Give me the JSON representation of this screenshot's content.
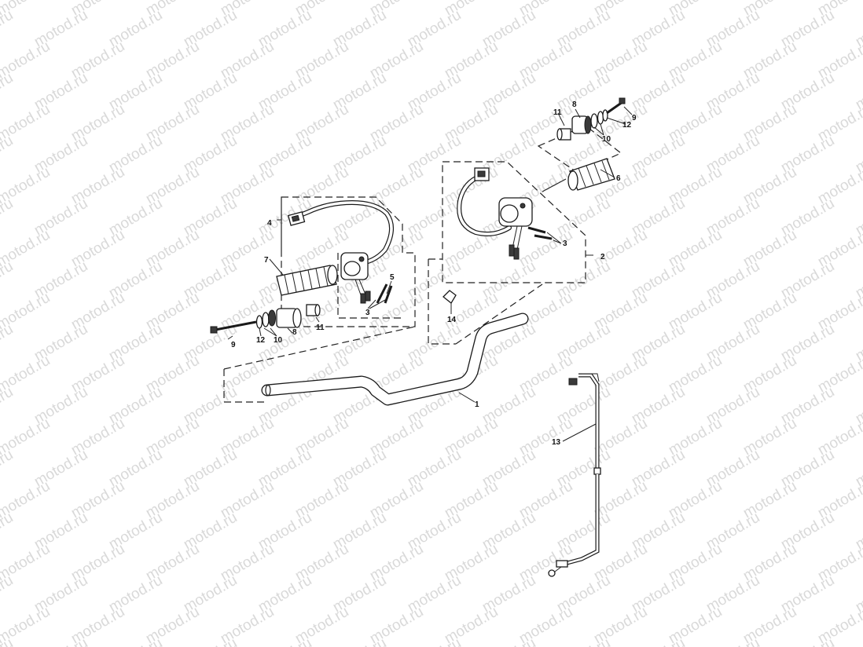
{
  "watermark": {
    "text": "motod.ru",
    "color": "#d9d9d9"
  },
  "callouts": {
    "bar": "1",
    "right_switch": "2",
    "screw_left": "3",
    "screw_right": "3",
    "left_switch": "4",
    "screw_5": "5",
    "grip_right": "6",
    "grip_left": "7",
    "weight_left": "8",
    "weight_right": "8",
    "bolt_left": "9",
    "bolt_right": "9",
    "washer_left": "10",
    "washer_right": "10",
    "collar_left": "11",
    "collar_right": "11",
    "washer12_left": "12",
    "washer12_right": "12",
    "cable": "13",
    "clip": "14"
  }
}
